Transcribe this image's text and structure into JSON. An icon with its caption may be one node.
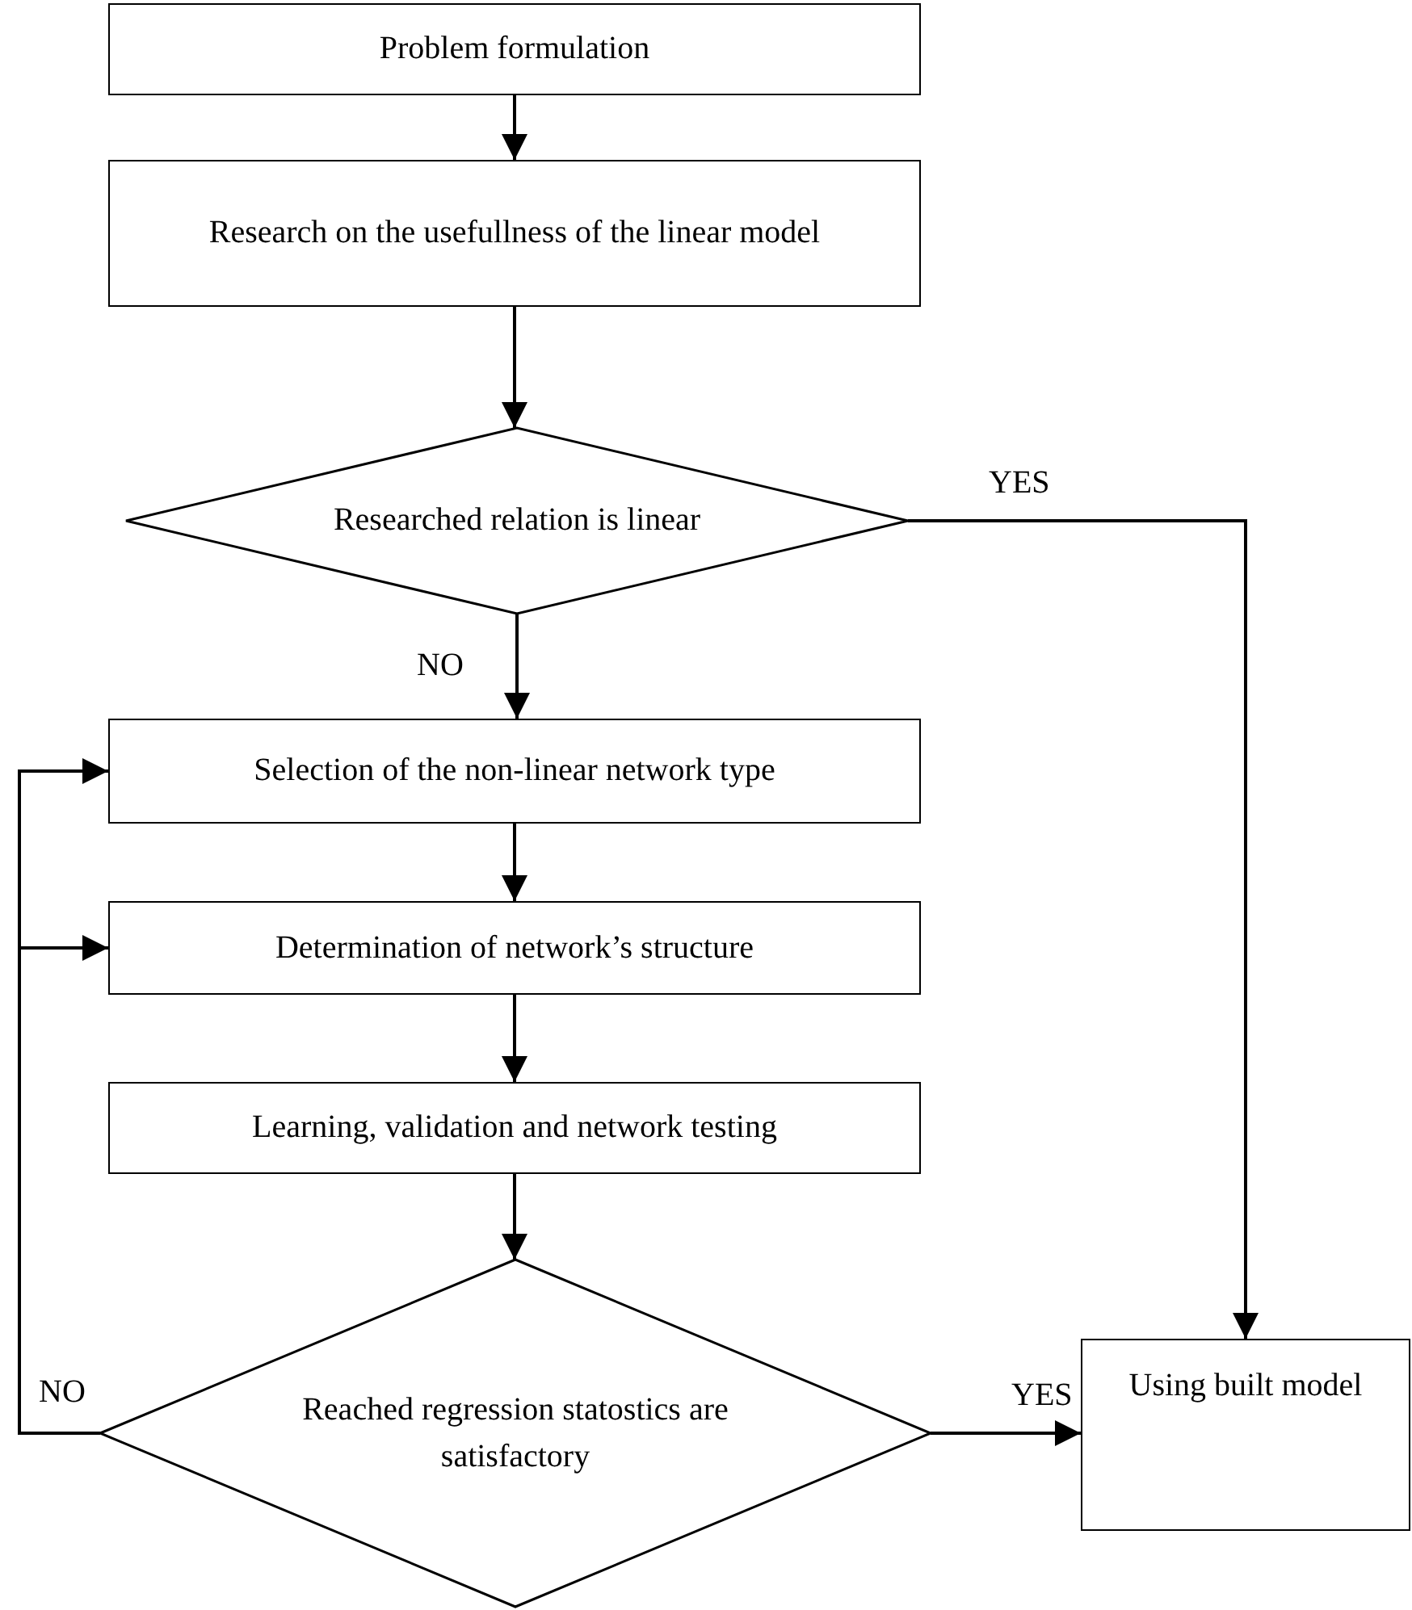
{
  "diagram": {
    "nodes": [
      {
        "text": [
          "Problem formulation"
        ]
      },
      {
        "text": [
          "Research on the usefullness of the linear model"
        ]
      },
      {
        "text": [
          "Researched relation is linear"
        ]
      },
      {
        "text": [
          "Selection of the non-linear network type"
        ]
      },
      {
        "text": [
          "Determination of network’s structure"
        ]
      },
      {
        "text": [
          "Learning, validation and network testing"
        ]
      },
      {
        "text": [
          "Reached regression statostics are satisfactory"
        ]
      },
      {
        "text": [
          "Using built model"
        ]
      }
    ],
    "edges": [
      {
        "from": 0,
        "to": 1,
        "arrow": "to"
      },
      {
        "from": 1,
        "to": 2,
        "arrow": "to"
      },
      {
        "from": 2,
        "to": 7,
        "arrow": "to",
        "label": "YES"
      },
      {
        "from": 2,
        "to": 3,
        "arrow": "to",
        "label": "NO"
      },
      {
        "from": 3,
        "to": 4,
        "arrow": "to"
      },
      {
        "from": 4,
        "to": 5,
        "arrow": "to"
      },
      {
        "from": 5,
        "to": 6,
        "arrow": "to"
      },
      {
        "from": 6,
        "to": 7,
        "arrow": "to",
        "label": "YES"
      },
      {
        "from": 6,
        "to": 3,
        "arrow": "to",
        "label": "NO"
      },
      {
        "from": 6,
        "to": 4,
        "arrow": "to"
      }
    ]
  }
}
